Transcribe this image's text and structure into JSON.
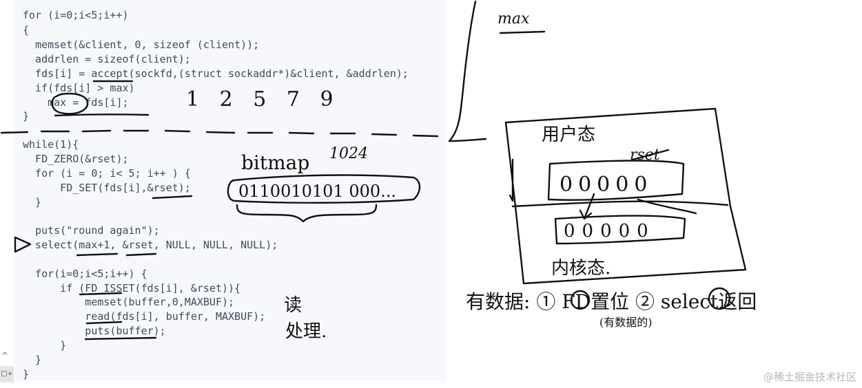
{
  "code": {
    "lines": [
      "for (i=0;i<5;i++)",
      "{",
      "  memset(&client, 0, sizeof (client));",
      "  addrlen = sizeof(client);",
      "  fds[i] = accept(sockfd,(struct sockaddr*)&client, &addrlen);",
      "  if(fds[i] > max)",
      "    max = fds[i];",
      "}",
      "while(1){",
      "  FD_ZERO(&rset);",
      "  for (i = 0; i< 5; i++ ) {",
      "      FD_SET(fds[i],&rset);",
      "  }",
      "  puts(\"round again\");",
      "  select(max+1, &rset, NULL, NULL, NULL);",
      "  for(i=0;i<5;i++) {",
      "      if (FD_ISSET(fds[i], &rset)){",
      "          memset(buffer,0,MAXBUF);",
      "          read(fds[i], buffer, MAXBUF);",
      "          puts(buffer);",
      "      }",
      "  }",
      "}"
    ]
  },
  "annotations": {
    "top_right_max": "max",
    "fd_values": "1 2 5 7 9",
    "bitmap_label": "bitmap",
    "bitmap_size": "1024",
    "bitmap_bits": "0110010101 000...",
    "read_process": [
      "读",
      "处理."
    ],
    "user_mode": "用户态",
    "rset_label": "rset",
    "user_bits": "00000",
    "kernel_bits": "00000",
    "kernel_mode": "内核态.",
    "bottom_note": "有数据: ① FD置位 ② select返回",
    "bottom_sub": "(有数据的)"
  },
  "ui": {
    "left_strip_icon": "□+",
    "watermark": "@稀土掘金技术社区"
  },
  "colors": {
    "panel_bg": "#f6f8fb",
    "ink": "#111111",
    "keyword": "#2b2b2b",
    "number": "#7d9d6a",
    "macro": "#8a3a8c"
  }
}
